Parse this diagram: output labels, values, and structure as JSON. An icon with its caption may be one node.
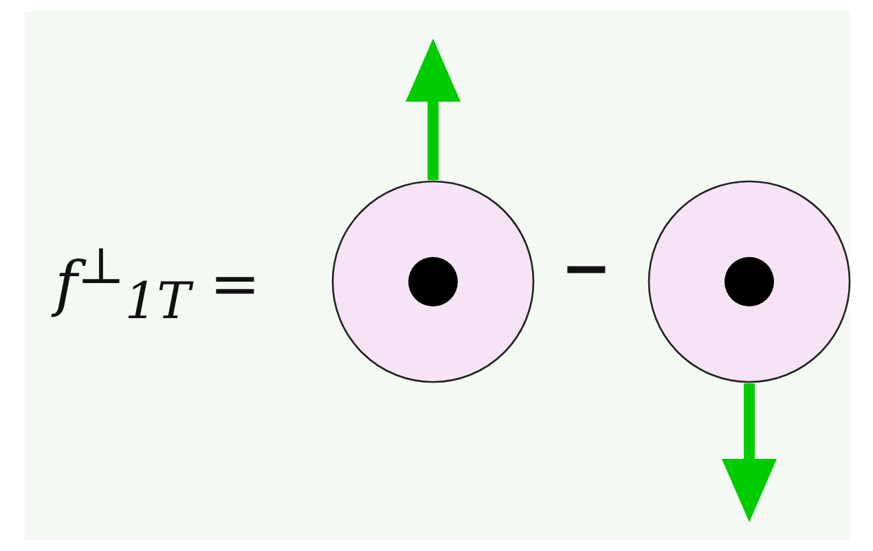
{
  "diagram": {
    "nodes": [
      {
        "text": [],
        "shape": "circle"
      },
      {
        "text": [],
        "shape": "circle"
      }
    ],
    "labels": [
      "f$^{⊥}$$_{1T}$ =",
      "−"
    ]
  }
}
